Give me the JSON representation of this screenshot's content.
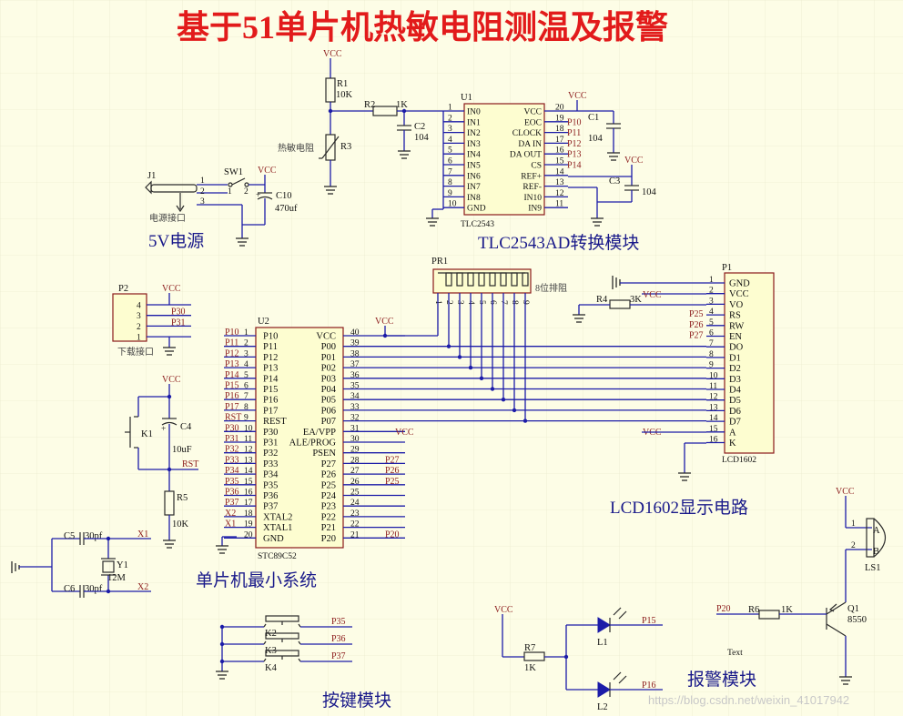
{
  "title": "基于51单片机热敏电阻测温及报警",
  "watermark": "https://blog.csdn.net/weixin_41017942",
  "modules": {
    "power": "5V电源",
    "adc": "TLC2543AD转换模块",
    "lcd": "LCD1602显示电路",
    "mcu": "单片机最小系统",
    "keys": "按键模块",
    "alarm": "报警模块"
  },
  "vcc": "VCC",
  "labels": {
    "r1_ref": "R1",
    "r1_val": "10K",
    "r2_ref": "R2",
    "r2_val": "1K",
    "c2_ref": "C2",
    "c2_val": "104",
    "r3_ref": "R3",
    "r3_name": "热敏电阻",
    "j1_ref": "J1",
    "j1_name": "电源接口",
    "sw1_ref": "SW1",
    "c10_ref": "C10",
    "c10_val": "470uf",
    "u1_ref": "U1",
    "u1_part": "TLC2543",
    "c1_ref": "C1",
    "c1_val": "104",
    "c3_ref": "C3",
    "c3_val": "104",
    "pr1_ref": "PR1",
    "pr1_name": "8位排阻",
    "p1_ref": "P1",
    "p1_part": "LCD1602",
    "r4_ref": "R4",
    "r4_val": "3K",
    "p2_ref": "P2",
    "p2_name": "下载接口",
    "u2_ref": "U2",
    "u2_part": "STC89C52",
    "k1_ref": "K1",
    "c4_ref": "C4",
    "c4_val": "10uF",
    "rst": "RST",
    "r5_ref": "R5",
    "r5_val": "10K",
    "c5_ref": "C5",
    "c5_val": "30pf",
    "c6_ref": "C6",
    "c6_val": "30pf",
    "y1_ref": "Y1",
    "y1_val": "12M",
    "x1": "X1",
    "x2": "X2",
    "k2_ref": "K2",
    "k3_ref": "K3",
    "k4_ref": "K4",
    "p35": "P35",
    "p36": "P36",
    "p37": "P37",
    "r7_ref": "R7",
    "r7_val": "1K",
    "l1_ref": "L1",
    "l2_ref": "L2",
    "p15": "P15",
    "p16": "P16",
    "r6_ref": "R6",
    "r6_val": "1K",
    "p20": "P20",
    "q1_ref": "Q1",
    "q1_val": "8550",
    "ls1_ref": "LS1",
    "text_mark": "Text",
    "pin_a": "A",
    "pin_b": "B"
  },
  "u1_left_pins": [
    {
      "num": "1",
      "name": "IN0"
    },
    {
      "num": "2",
      "name": "IN1"
    },
    {
      "num": "3",
      "name": "IN2"
    },
    {
      "num": "4",
      "name": "IN3"
    },
    {
      "num": "5",
      "name": "IN4"
    },
    {
      "num": "6",
      "name": "IN5"
    },
    {
      "num": "7",
      "name": "IN6"
    },
    {
      "num": "8",
      "name": "IN7"
    },
    {
      "num": "9",
      "name": "IN8"
    },
    {
      "num": "10",
      "name": "GND"
    }
  ],
  "u1_right_pins": [
    {
      "num": "20",
      "name": "VCC",
      "net": ""
    },
    {
      "num": "19",
      "name": "EOC",
      "net": "P10"
    },
    {
      "num": "18",
      "name": "CLOCK",
      "net": "P11"
    },
    {
      "num": "17",
      "name": "DA IN",
      "net": "P12"
    },
    {
      "num": "16",
      "name": "DA OUT",
      "net": "P13"
    },
    {
      "num": "15",
      "name": "CS",
      "net": "P14"
    },
    {
      "num": "14",
      "name": "REF+",
      "net": ""
    },
    {
      "num": "13",
      "name": "REF-",
      "net": ""
    },
    {
      "num": "12",
      "name": "IN10",
      "net": ""
    },
    {
      "num": "11",
      "name": "IN9",
      "net": ""
    }
  ],
  "p1_pins": [
    {
      "num": "1",
      "name": "GND",
      "net": ""
    },
    {
      "num": "2",
      "name": "VCC",
      "net": ""
    },
    {
      "num": "3",
      "name": "VO",
      "net": ""
    },
    {
      "num": "4",
      "name": "RS",
      "net": "P25"
    },
    {
      "num": "5",
      "name": "RW",
      "net": "P26"
    },
    {
      "num": "6",
      "name": "EN",
      "net": "P27"
    },
    {
      "num": "7",
      "name": "DO",
      "net": ""
    },
    {
      "num": "8",
      "name": "D1",
      "net": ""
    },
    {
      "num": "9",
      "name": "D2",
      "net": ""
    },
    {
      "num": "10",
      "name": "D3",
      "net": ""
    },
    {
      "num": "11",
      "name": "D4",
      "net": ""
    },
    {
      "num": "12",
      "name": "D5",
      "net": ""
    },
    {
      "num": "13",
      "name": "D6",
      "net": ""
    },
    {
      "num": "14",
      "name": "D7",
      "net": ""
    },
    {
      "num": "15",
      "name": "A",
      "net": "VCC"
    },
    {
      "num": "16",
      "name": "K",
      "net": ""
    }
  ],
  "p2_pins": [
    {
      "num": "4",
      "net": "VCC"
    },
    {
      "num": "3",
      "net": "P30"
    },
    {
      "num": "2",
      "net": "P31"
    },
    {
      "num": "1",
      "net": ""
    }
  ],
  "u2_left_pins": [
    {
      "net": "P10",
      "num": "1",
      "name": "P10"
    },
    {
      "net": "P11",
      "num": "2",
      "name": "P11"
    },
    {
      "net": "P12",
      "num": "3",
      "name": "P12"
    },
    {
      "net": "P13",
      "num": "4",
      "name": "P13"
    },
    {
      "net": "P14",
      "num": "5",
      "name": "P14"
    },
    {
      "net": "P15",
      "num": "6",
      "name": "P15"
    },
    {
      "net": "P16",
      "num": "7",
      "name": "P16"
    },
    {
      "net": "P17",
      "num": "8",
      "name": "P17"
    },
    {
      "net": "RST",
      "num": "9",
      "name": "REST"
    },
    {
      "net": "P30",
      "num": "10",
      "name": "P30"
    },
    {
      "net": "P31",
      "num": "11",
      "name": "P31"
    },
    {
      "net": "P32",
      "num": "12",
      "name": "P32"
    },
    {
      "net": "P33",
      "num": "13",
      "name": "P33"
    },
    {
      "net": "P34",
      "num": "14",
      "name": "P34"
    },
    {
      "net": "P35",
      "num": "15",
      "name": "P35"
    },
    {
      "net": "P36",
      "num": "16",
      "name": "P36"
    },
    {
      "net": "P37",
      "num": "17",
      "name": "P37"
    },
    {
      "net": "X2",
      "num": "18",
      "name": "XTAL2"
    },
    {
      "net": "X1",
      "num": "19",
      "name": "XTAL1"
    },
    {
      "net": "",
      "num": "20",
      "name": "GND"
    }
  ],
  "u2_right_pins": [
    {
      "num": "40",
      "name": "VCC",
      "net": "VCC"
    },
    {
      "num": "39",
      "name": "P00",
      "net": ""
    },
    {
      "num": "38",
      "name": "P01",
      "net": ""
    },
    {
      "num": "37",
      "name": "P02",
      "net": ""
    },
    {
      "num": "36",
      "name": "P03",
      "net": ""
    },
    {
      "num": "35",
      "name": "P04",
      "net": ""
    },
    {
      "num": "34",
      "name": "P05",
      "net": ""
    },
    {
      "num": "33",
      "name": "P06",
      "net": ""
    },
    {
      "num": "32",
      "name": "P07",
      "net": ""
    },
    {
      "num": "31",
      "name": "EA/VPP",
      "net": "VCC"
    },
    {
      "num": "30",
      "name": "ALE/PROG",
      "net": ""
    },
    {
      "num": "29",
      "name": "PSEN",
      "net": ""
    },
    {
      "num": "28",
      "name": "P27",
      "net": "P27"
    },
    {
      "num": "27",
      "name": "P26",
      "net": "P26"
    },
    {
      "num": "26",
      "name": "P25",
      "net": "P25"
    },
    {
      "num": "25",
      "name": "P24",
      "net": ""
    },
    {
      "num": "24",
      "name": "P23",
      "net": ""
    },
    {
      "num": "23",
      "name": "P22",
      "net": ""
    },
    {
      "num": "22",
      "name": "P21",
      "net": ""
    },
    {
      "num": "21",
      "name": "P20",
      "net": "P20"
    }
  ],
  "pr1_pins": [
    "1",
    "2",
    "3",
    "4",
    "5",
    "6",
    "7",
    "8",
    "9"
  ],
  "j1_pins": [
    "1",
    "2",
    "3"
  ],
  "sw1_pins": [
    "1",
    "2"
  ]
}
